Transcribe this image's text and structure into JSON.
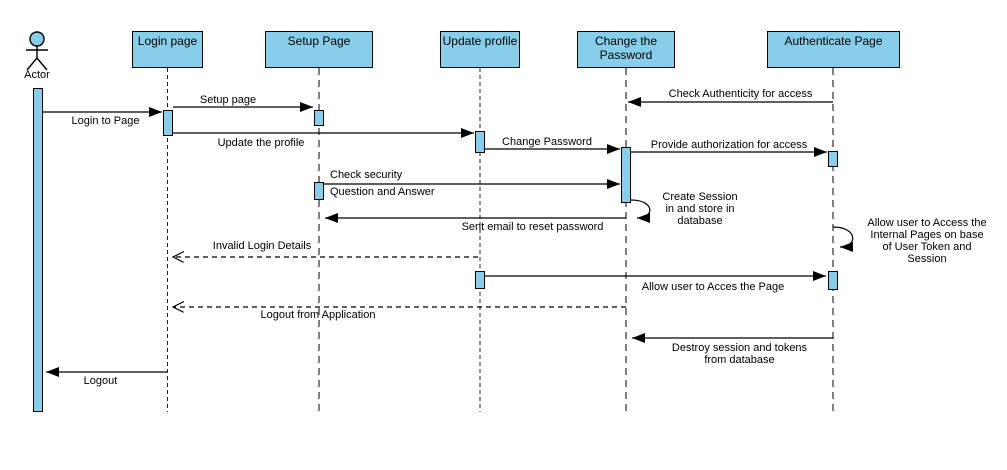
{
  "diagram": {
    "type": "uml-sequence-diagram",
    "colors": {
      "shape_fill": "#87CEEB",
      "shape_border": "#000000",
      "message_line": "#000000",
      "lifeline_gray": "#808080",
      "background": "#FFFFFF",
      "text": "#000000"
    },
    "actor": {
      "label": "Actor"
    },
    "lifelines": [
      {
        "label": "Login page"
      },
      {
        "label": "Setup Page"
      },
      {
        "label": "Update profile"
      },
      {
        "label": "Change the Password"
      },
      {
        "label": "Authenticate Page"
      }
    ],
    "messages": {
      "login_to_page": "Login to Page",
      "setup_page": "Setup page",
      "update_the_profile": "Update the profile",
      "check_authenticity": "Check Authenticity for access",
      "change_password": "Change Password",
      "provide_authorization": "Provide authorization for access",
      "check_security_line1": "Check security",
      "check_security_line2": "Question and Answer",
      "create_session": "Create Session\nin and store in\ndatabase",
      "sent_email": "Sent email to reset password",
      "invalid_login": "Invalid Login Details",
      "allow_internal_pages": "Allow user to Access the\nInternal Pages on base\nof User Token and\nSession",
      "allow_access_page": "Allow user to Acces the Page",
      "logout_application": "Logout from Application",
      "destroy_session": "Destroy session and tokens\nfrom database",
      "logout": "Logout"
    }
  }
}
